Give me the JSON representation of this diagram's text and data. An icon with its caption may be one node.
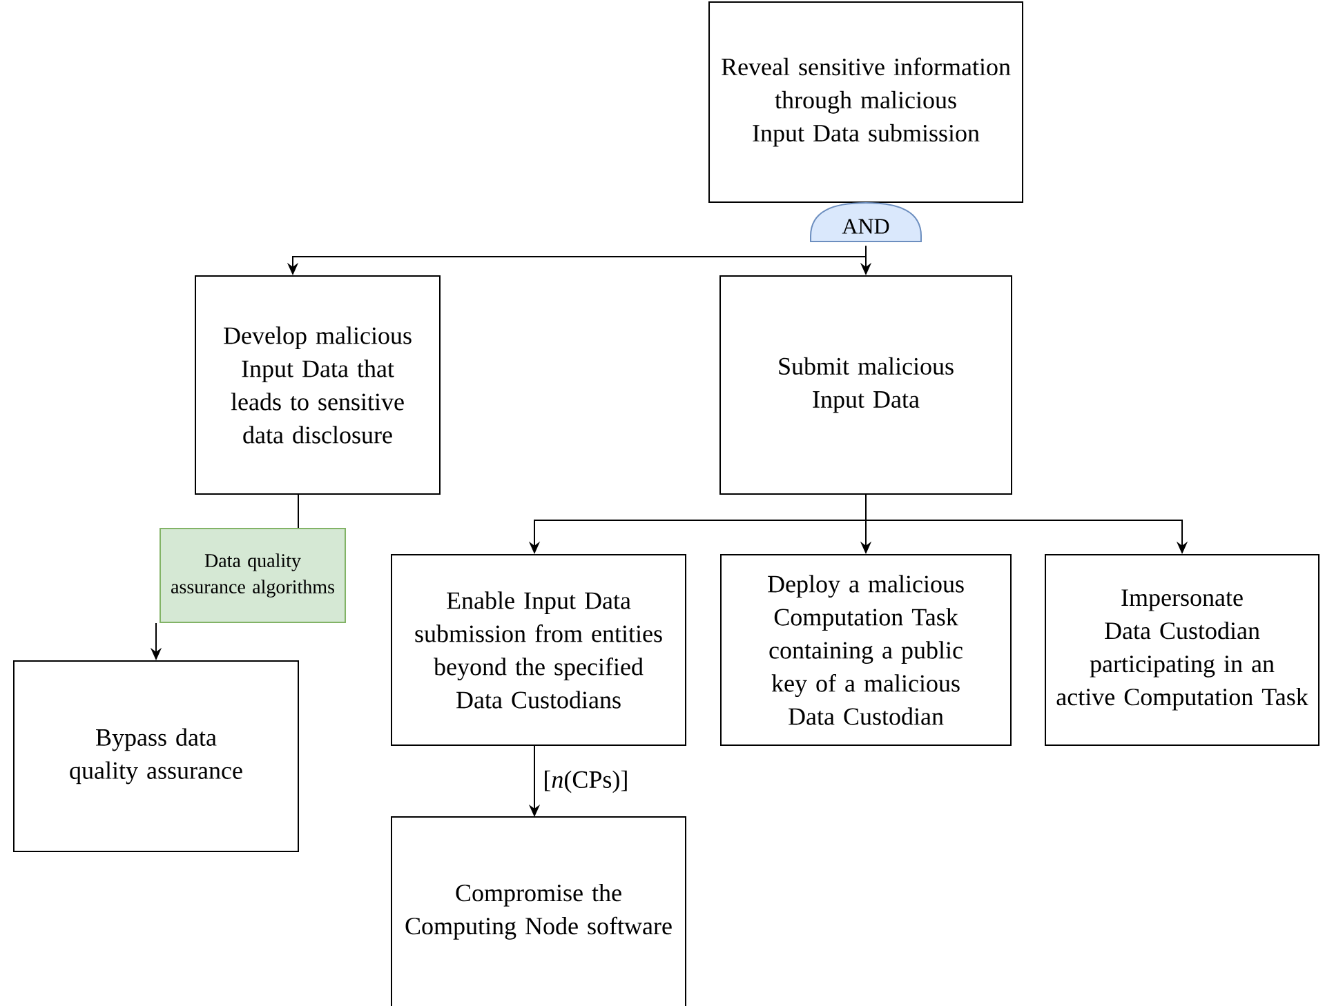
{
  "diagram": {
    "nodes": [
      {
        "text": [
          "Reveal sensitive information through malicious Input Data submission"
        ]
      },
      {
        "text": [
          "AND"
        ]
      },
      {
        "text": [
          "Develop malicious Input Data that leads to sensitive data disclosure"
        ]
      },
      {
        "text": [
          "Submit malicious Input Data"
        ]
      },
      {
        "text": [
          "Data quality assurance algorithms"
        ]
      },
      {
        "text": [
          "Bypass data quality assurance"
        ]
      },
      {
        "text": [
          "Enable Input Data submission from entities beyond the specified Data Custodians"
        ]
      },
      {
        "text": [
          "Deploy a malicious Computation Task containing a public key of a malicious Data Custodian"
        ]
      },
      {
        "text": [
          "Impersonate Data Custodian participating in an active Computation Task"
        ]
      },
      {
        "text": [
          "Compromise the Computing Node software"
        ]
      }
    ],
    "edges": [
      {
        "from": 1,
        "to": 2,
        "arrow": "to"
      },
      {
        "from": 1,
        "to": 3,
        "arrow": "to"
      },
      {
        "from": 2,
        "to": 4,
        "arrow": "none"
      },
      {
        "from": 4,
        "to": 5,
        "arrow": "to"
      },
      {
        "from": 3,
        "to": 6,
        "arrow": "to"
      },
      {
        "from": 3,
        "to": 7,
        "arrow": "to"
      },
      {
        "from": 3,
        "to": 8,
        "arrow": "to"
      },
      {
        "from": 6,
        "to": 9,
        "arrow": "to",
        "label": "[*n*(CPs)]"
      }
    ]
  }
}
